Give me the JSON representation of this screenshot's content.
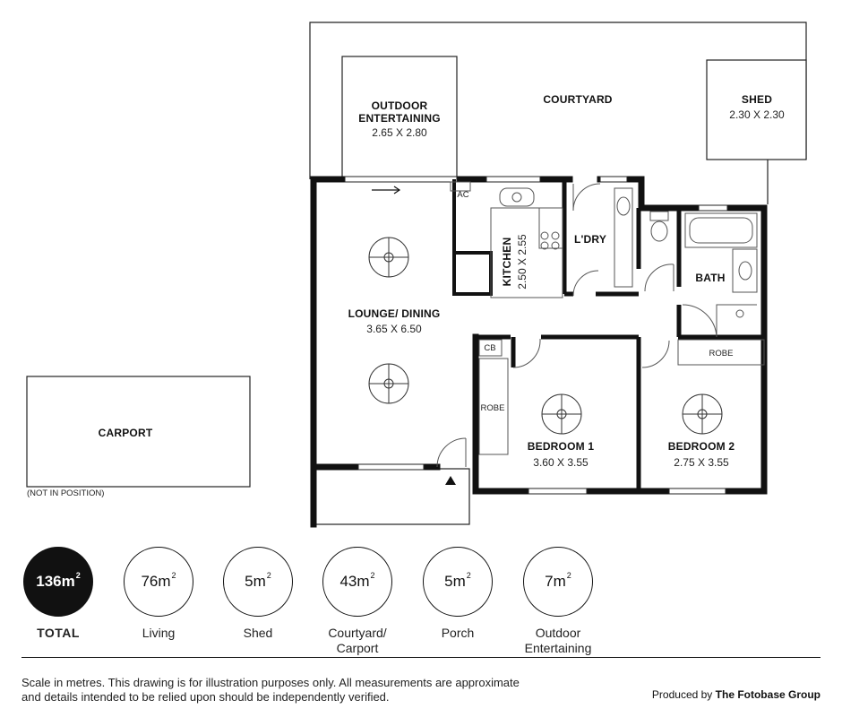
{
  "rooms": {
    "courtyard": {
      "name": "COURTYARD"
    },
    "outdoor": {
      "name_line1": "OUTDOOR",
      "name_line2": "ENTERTAINING",
      "dims": "2.65 X 2.80"
    },
    "shed": {
      "name": "SHED",
      "dims": "2.30 X 2.30"
    },
    "lounge": {
      "name": "LOUNGE/ DINING",
      "dims": "3.65 X 6.50"
    },
    "kitchen": {
      "name": "KITCHEN",
      "dims": "2.50 X 2.55"
    },
    "laundry": {
      "name": "L'DRY"
    },
    "bath": {
      "name": "BATH"
    },
    "bed1": {
      "name": "BEDROOM 1",
      "dims": "3.60 X 3.55"
    },
    "bed2": {
      "name": "BEDROOM 2",
      "dims": "2.75 X 3.55"
    },
    "robe1": {
      "name": "ROBE"
    },
    "robe2": {
      "name": "ROBE"
    },
    "cb": {
      "name": "CB"
    },
    "ac": {
      "name": "AC"
    },
    "carport": {
      "name": "CARPORT",
      "note": "(NOT IN POSITION)"
    }
  },
  "areas": [
    {
      "value": "136m",
      "label_line1": "TOTAL",
      "label_line2": "",
      "highlight": true
    },
    {
      "value": "76m",
      "label_line1": "Living",
      "label_line2": "",
      "highlight": false
    },
    {
      "value": "5m",
      "label_line1": "Shed",
      "label_line2": "",
      "highlight": false
    },
    {
      "value": "43m",
      "label_line1": "Courtyard/",
      "label_line2": "Carport",
      "highlight": false
    },
    {
      "value": "5m",
      "label_line1": "Porch",
      "label_line2": "",
      "highlight": false
    },
    {
      "value": "7m",
      "label_line1": "Outdoor",
      "label_line2": "Entertaining",
      "highlight": false
    }
  ],
  "area_unit_sup": "2",
  "disclaimer": "Scale in metres. This drawing is for illustration purposes only. All measurements are approximate and details intended to be relied upon should be independently verified.",
  "credit": {
    "prefix": "Produced by",
    "company": "The Fotobase Group"
  },
  "colors": {
    "wall": "#111111",
    "line": "#222222",
    "fixture": "#555555"
  }
}
